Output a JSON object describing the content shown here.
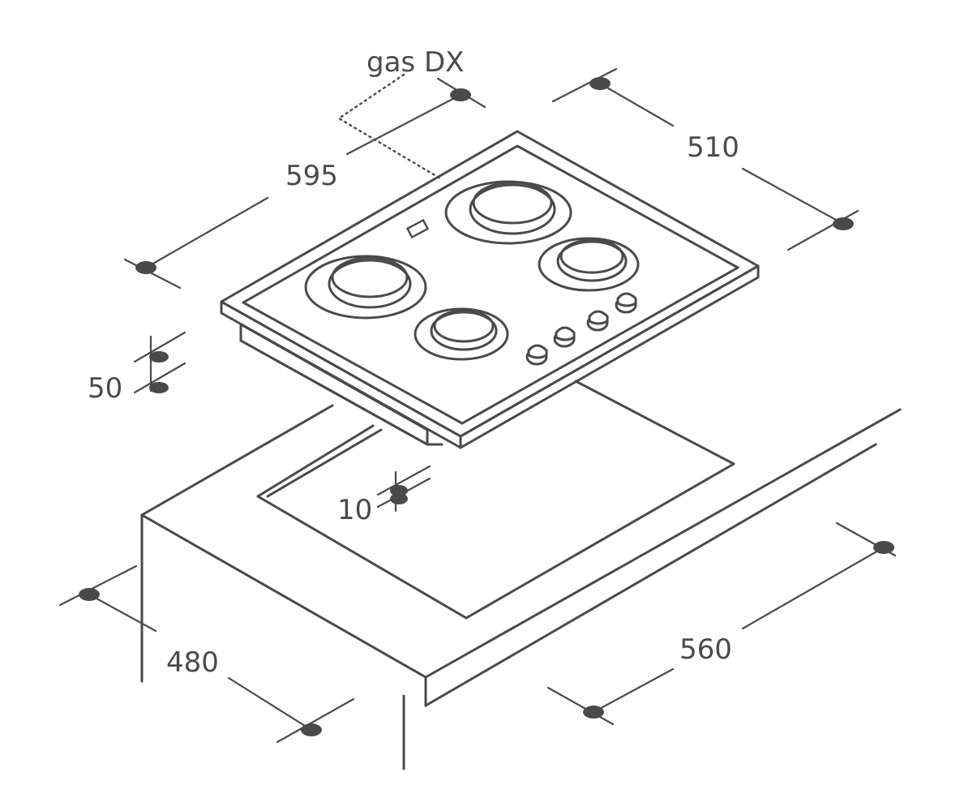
{
  "labels": {
    "gas": "gas DX",
    "d595": "595",
    "d510": "510",
    "d50": "50",
    "d10": "10",
    "d480": "480",
    "d560": "560"
  },
  "colors": {
    "ink": "#4a4a4a",
    "background": "#ffffff"
  }
}
